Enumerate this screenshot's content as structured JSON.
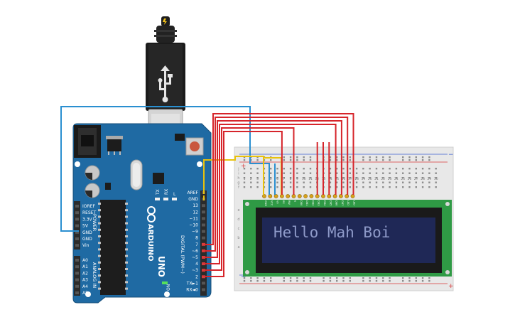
{
  "arduino": {
    "brand": "ARDUINO",
    "model": "UNO",
    "power_header_labels": [
      "IOREF",
      "RESET",
      "3.3V",
      "5V",
      "GND",
      "GND",
      "Vin"
    ],
    "power_section_label": "POWER",
    "analog_labels": [
      "A0",
      "A1",
      "A2",
      "A3",
      "A4",
      "A5"
    ],
    "analog_section_label": "ANALOG IN",
    "digital_labels": [
      "AREF",
      "GND",
      "13",
      "12",
      "~11",
      "~10",
      "~9",
      "8",
      "7",
      "~6",
      "~5",
      "4",
      "~3",
      "2",
      "TX►1",
      "RX◄0"
    ],
    "digital_section_label": "DIGITAL (PWM~)",
    "led_labels": [
      "TX",
      "RX",
      "L"
    ],
    "on_label": "ON",
    "colors": {
      "board": "#1f6aa3",
      "header": "#2b2b2b",
      "pin_marker": "#d93b3b"
    }
  },
  "breadboard": {
    "rail_plus": "+",
    "rail_minus": "−",
    "row_letters": [
      "j",
      "i",
      "h",
      "g",
      "f",
      "e",
      "d",
      "c",
      "b",
      "a"
    ],
    "column_numbers": [
      "1",
      "2",
      "3",
      "4",
      "5",
      "6",
      "7",
      "8",
      "9",
      "10",
      "11",
      "12",
      "13",
      "14",
      "15",
      "16",
      "17",
      "18",
      "19",
      "20",
      "21",
      "22",
      "23",
      "24",
      "25",
      "26",
      "27",
      "28",
      "29",
      "30"
    ]
  },
  "lcd": {
    "display_text": "Hello Mah Boi",
    "pin_labels": [
      "GND",
      "VCC",
      "V0",
      "RS",
      "RW",
      "E",
      "DB0",
      "DB1",
      "DB2",
      "DB3",
      "DB4",
      "DB5",
      "DB6",
      "DB7",
      "LED",
      "LED"
    ],
    "colors": {
      "pcb": "#2f9a45",
      "screen": "#1f2856",
      "text": "#8f9bc9"
    }
  },
  "wires": {
    "colors": {
      "data": "#d6252b",
      "power": "#e8c20c",
      "ground": "#2a8fd0",
      "usb": "#222222"
    }
  }
}
